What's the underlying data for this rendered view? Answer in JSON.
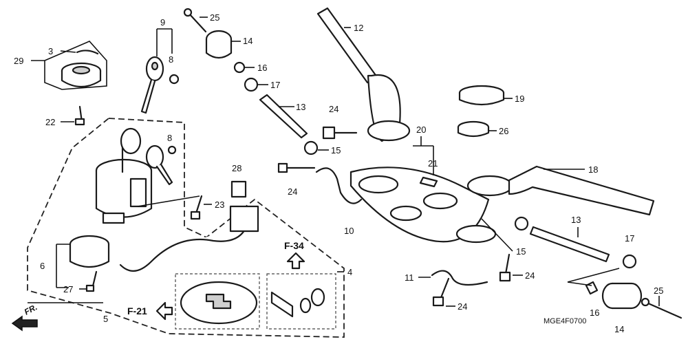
{
  "diagram": {
    "code": "MGE4F0700",
    "direction_label": "FR.",
    "refs": {
      "f34": "F-34",
      "f21": "F-21"
    },
    "callouts": {
      "c3": "3",
      "c29": "29",
      "c22": "22",
      "c9": "9",
      "c8a": "8",
      "c8b": "8",
      "c25a": "25",
      "c14a": "14",
      "c16a": "16",
      "c17a": "17",
      "c13a": "13",
      "c15a": "15",
      "c12": "12",
      "c24a": "24",
      "c24b": "24",
      "c28": "28",
      "c23": "23",
      "c10": "10",
      "c20": "20",
      "c21": "21",
      "c19": "19",
      "c26": "26",
      "c18": "18",
      "c13b": "13",
      "c15b": "15",
      "c17b": "17",
      "c6": "6",
      "c27": "27",
      "c5": "5",
      "c4": "4",
      "c11": "11",
      "c24c": "24",
      "c24d": "24",
      "c16b": "16",
      "c14b": "14",
      "c25b": "25"
    }
  }
}
